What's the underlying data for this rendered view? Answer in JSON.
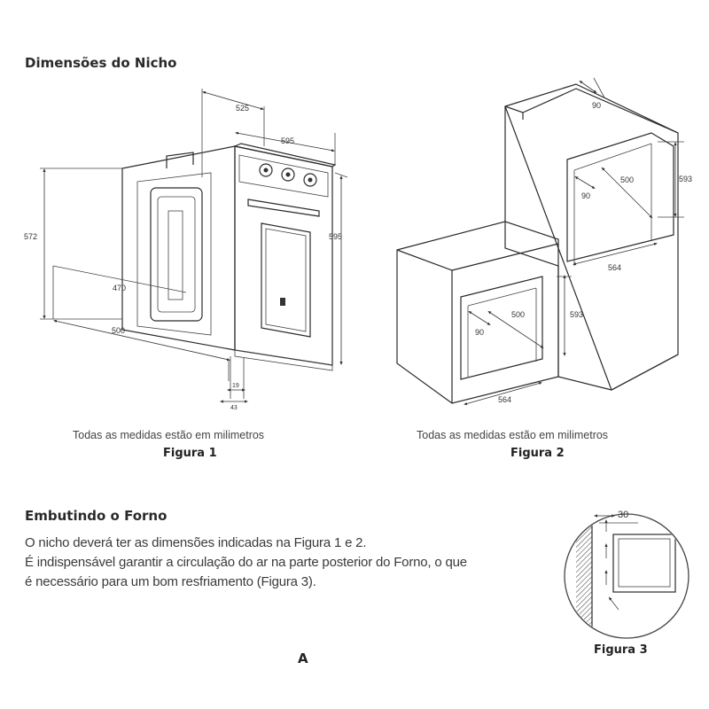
{
  "section_nicho": {
    "title": "Dimensões do Nicho"
  },
  "figure1": {
    "dims": {
      "d525": "525",
      "d595a": "595",
      "d595b": "595",
      "d572": "572",
      "d470": "470",
      "d500": "500",
      "d19": "19",
      "d43": "43"
    },
    "caption": "Todas as medidas estão em milimetros",
    "label": "Figura 1"
  },
  "figure2": {
    "dims": {
      "d90a": "90",
      "d593a": "593",
      "d500a": "500",
      "d90b": "90",
      "d564a": "564",
      "d593b": "593",
      "d500b": "500",
      "d90c": "90",
      "d564b": "564"
    },
    "caption": "Todas as medidas estão em milimetros",
    "label": "Figura 2"
  },
  "section_embutindo": {
    "title": "Embutindo o Forno",
    "lines": [
      "O nicho deverá ter as dimensões indicadas na Figura 1 e 2.",
      "É indispensável garantir a circulação do ar na parte posterior do Forno, o que",
      "é necessário para um bom resfriamento (Figura 3)."
    ]
  },
  "figure3": {
    "dim30": "30",
    "label": "Figura 3"
  },
  "page_marker": "A"
}
